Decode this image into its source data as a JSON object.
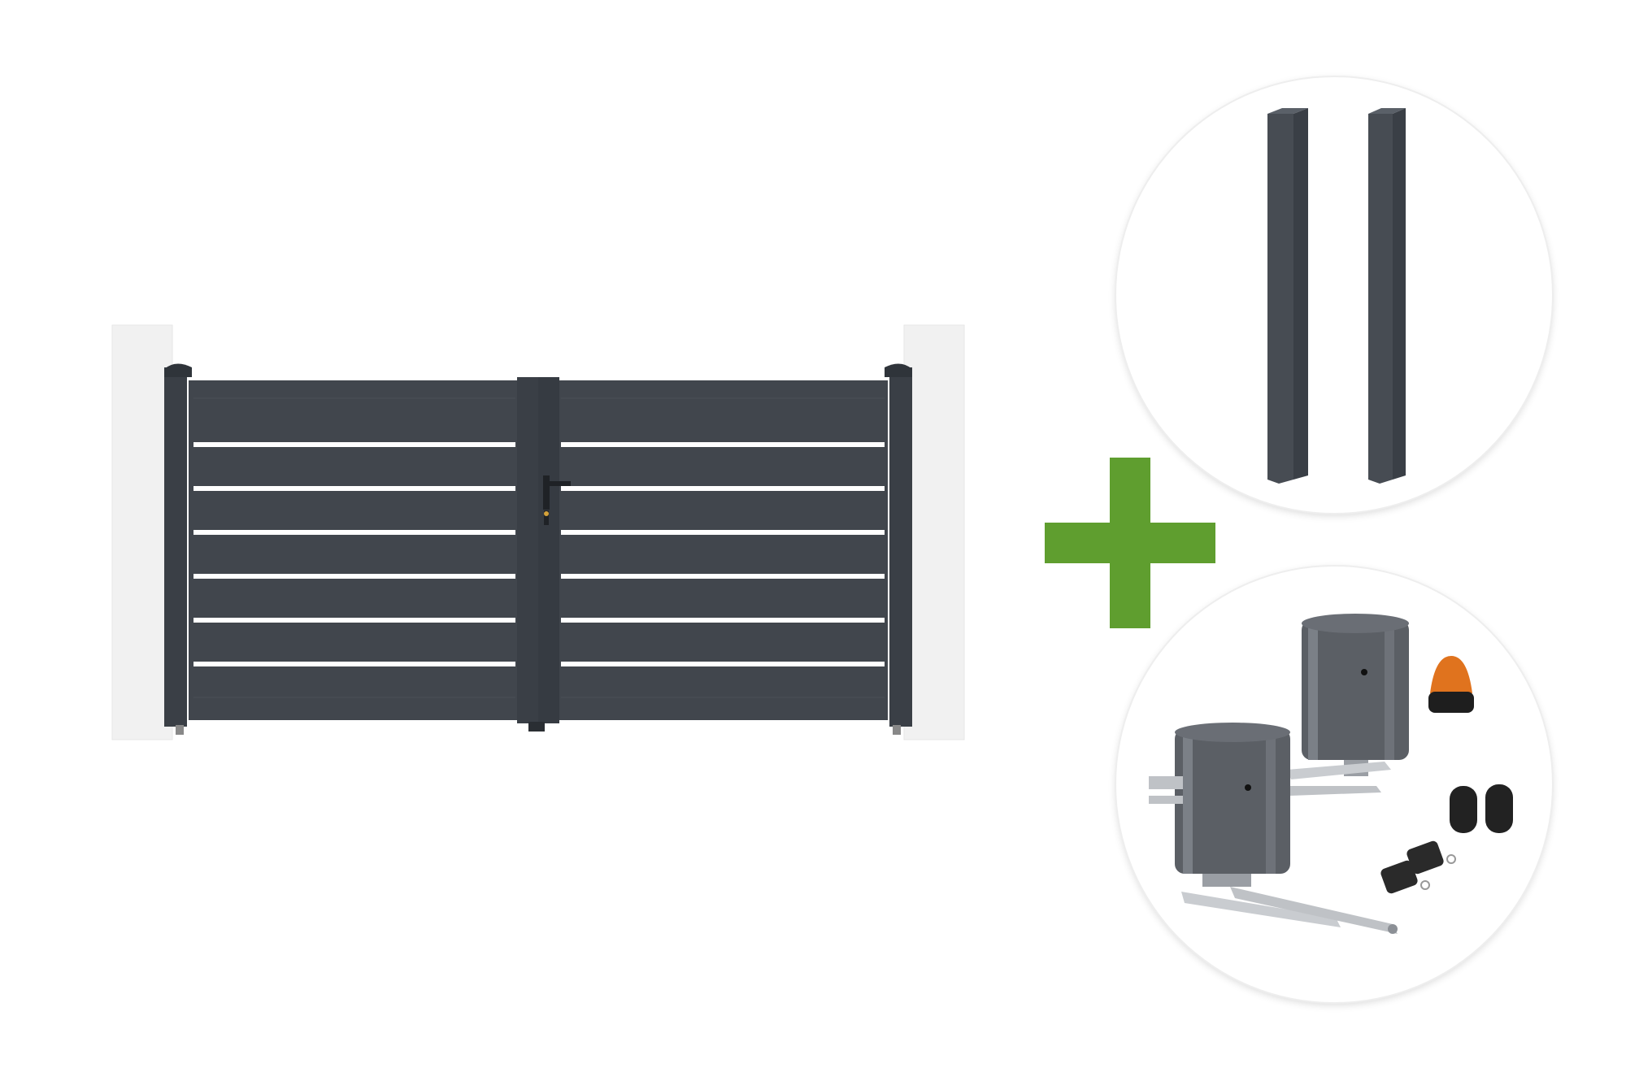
{
  "image": {
    "description_items": {
      "gate": "double-leaf-aluminium-gate",
      "plus": "plus-sign",
      "posts": "pair-of-gate-posts",
      "motor_kit": "swing-gate-motor-kit"
    }
  },
  "colors": {
    "background": "#ffffff",
    "gate_panel": "#41464d",
    "gate_frame": "#3a3f46",
    "pillar": "#f3f3f3",
    "plus": "#5f9e2f",
    "post": "#474c53",
    "motor_body": "#5b5f65",
    "arm_metal": "#c9ccd0",
    "flash_light": "#e0731e",
    "photocell": "#222222",
    "remote": "#2a2a2a"
  },
  "gate": {
    "slat_count": 7
  }
}
